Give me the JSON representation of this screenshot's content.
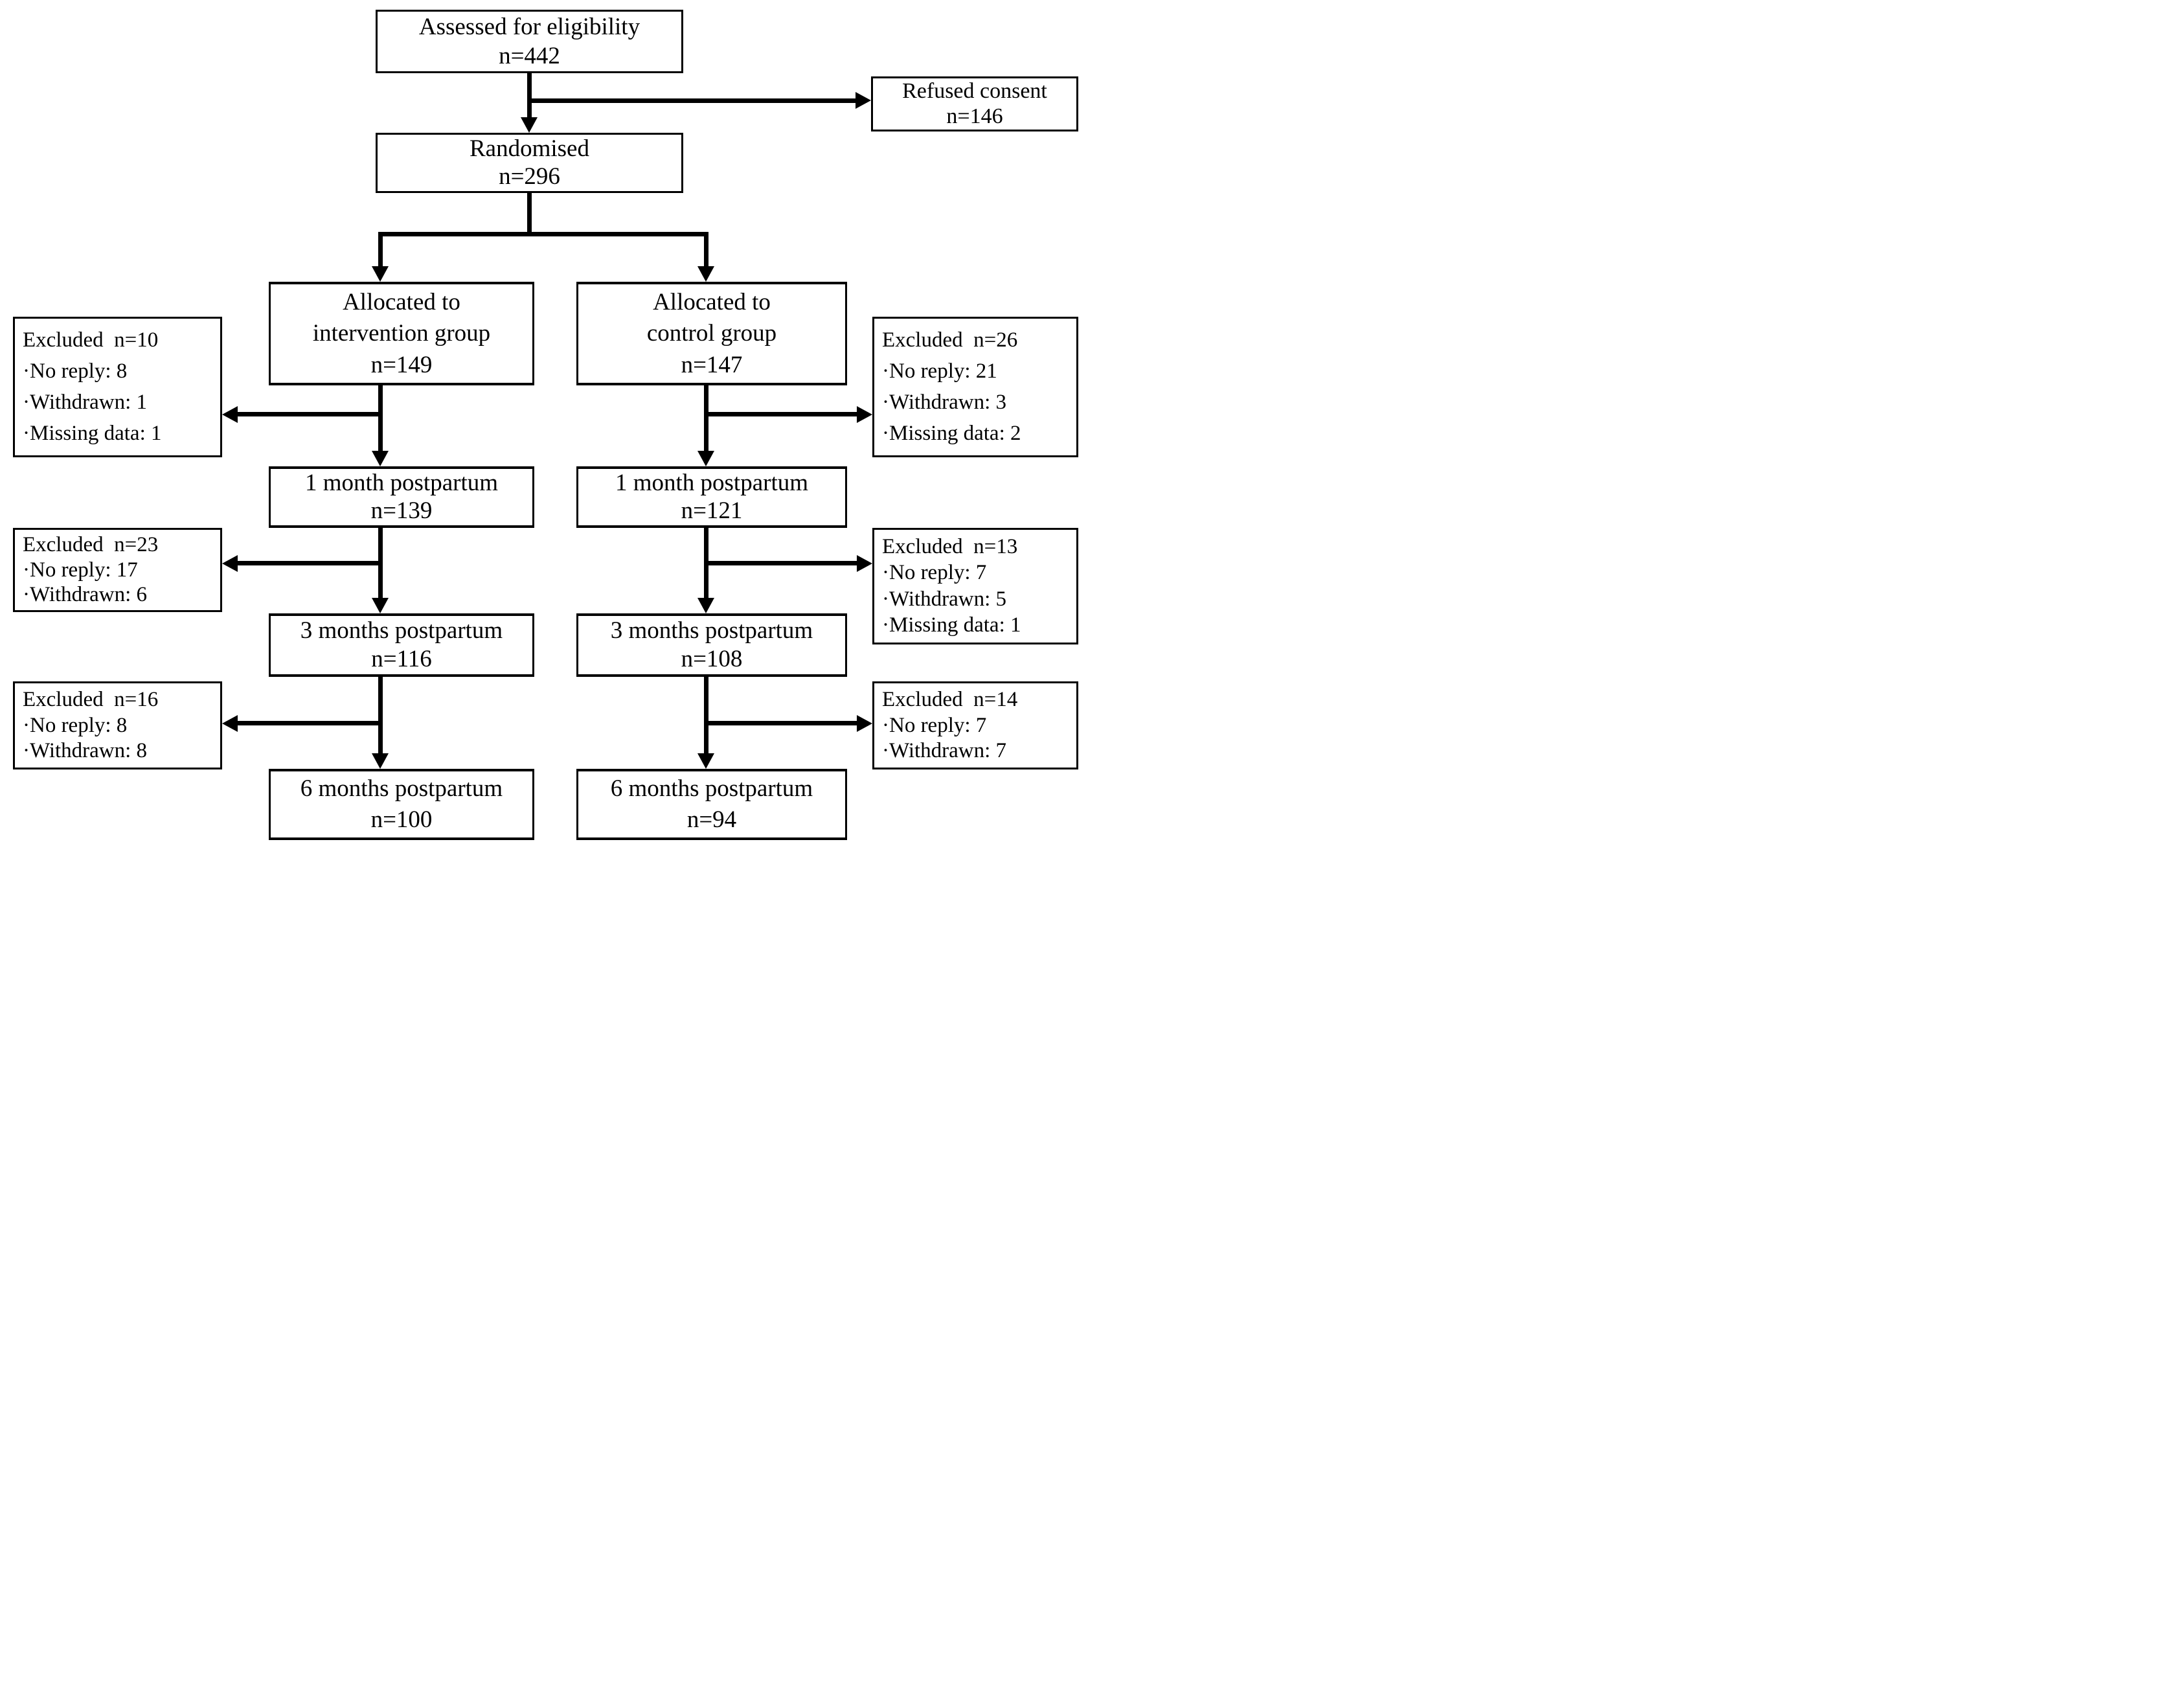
{
  "boxes": {
    "assessed": {
      "label": "Assessed for eligibility",
      "n": "n=442"
    },
    "refused": {
      "label": "Refused consent",
      "n": "n=146"
    },
    "randomised": {
      "label": "Randomised",
      "n": "n=296"
    },
    "alloc_intervention": {
      "line1": "Allocated to",
      "line2": "intervention group",
      "n": "n=149"
    },
    "alloc_control": {
      "line1": "Allocated to",
      "line2": "control group",
      "n": "n=147"
    },
    "excluded_i1": {
      "lines": [
        "Excluded  n=10",
        "·No reply: 8",
        "·Withdrawn: 1",
        "·Missing data: 1"
      ]
    },
    "excluded_c1": {
      "lines": [
        "Excluded  n=26",
        "·No reply: 21",
        "·Withdrawn: 3",
        "·Missing data: 2"
      ]
    },
    "month1_intervention": {
      "label": "1 month postpartum",
      "n": "n=139"
    },
    "month1_control": {
      "label": "1 month postpartum",
      "n": "n=121"
    },
    "excluded_i2": {
      "lines": [
        "Excluded  n=23",
        "·No reply: 17",
        "·Withdrawn: 6"
      ]
    },
    "excluded_c2": {
      "lines": [
        "Excluded  n=13",
        "·No reply: 7",
        "·Withdrawn: 5",
        "·Missing data: 1"
      ]
    },
    "month3_intervention": {
      "label": "3 months postpartum",
      "n": "n=116"
    },
    "month3_control": {
      "label": "3 months postpartum",
      "n": "n=108"
    },
    "excluded_i3": {
      "lines": [
        "Excluded  n=16",
        "·No reply: 8",
        "·Withdrawn: 8"
      ]
    },
    "excluded_c3": {
      "lines": [
        "Excluded  n=14",
        "·No reply: 7",
        "·Withdrawn: 7"
      ]
    },
    "month6_intervention": {
      "label": "6 months postpartum",
      "n": "n=100"
    },
    "month6_control": {
      "label": "6 months postpartum",
      "n": "n=94"
    }
  }
}
